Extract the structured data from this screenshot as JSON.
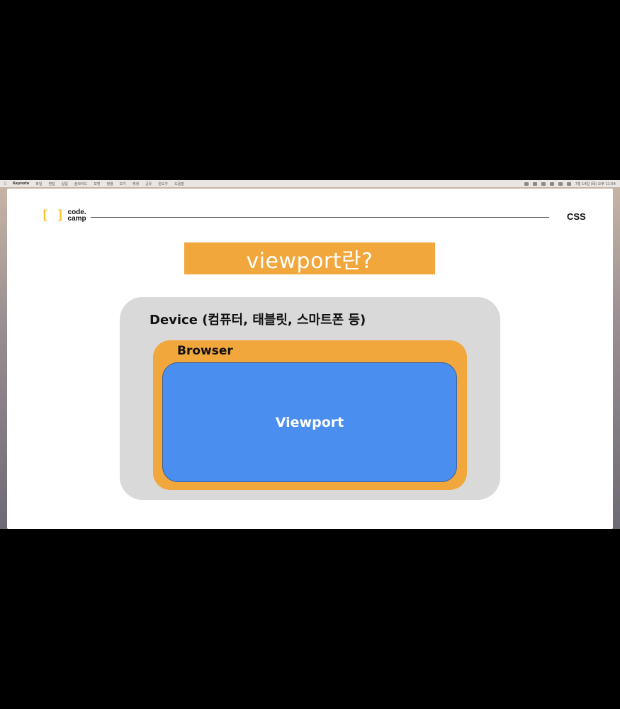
{
  "menubar": {
    "app_name": "Keynote",
    "items": [
      "파일",
      "편집",
      "삽입",
      "슬라이드",
      "포맷",
      "정렬",
      "보기",
      "재생",
      "공유",
      "윈도우",
      "도움말"
    ],
    "clock": "7월 14일 (목) 오후 11:54"
  },
  "slide": {
    "logo": {
      "line1": "code.",
      "line2": "camp"
    },
    "section_label": "CSS",
    "title": "viewport란?",
    "device_label": "Device (컴퓨터, 태블릿, 스마트폰 등)",
    "browser_label": "Browser",
    "viewport_label": "Viewport"
  },
  "colors": {
    "accent_orange": "#f1a73b",
    "viewport_blue": "#4a8ef0",
    "device_gray": "#d9d9d9",
    "logo_yellow": "#f6c431"
  }
}
